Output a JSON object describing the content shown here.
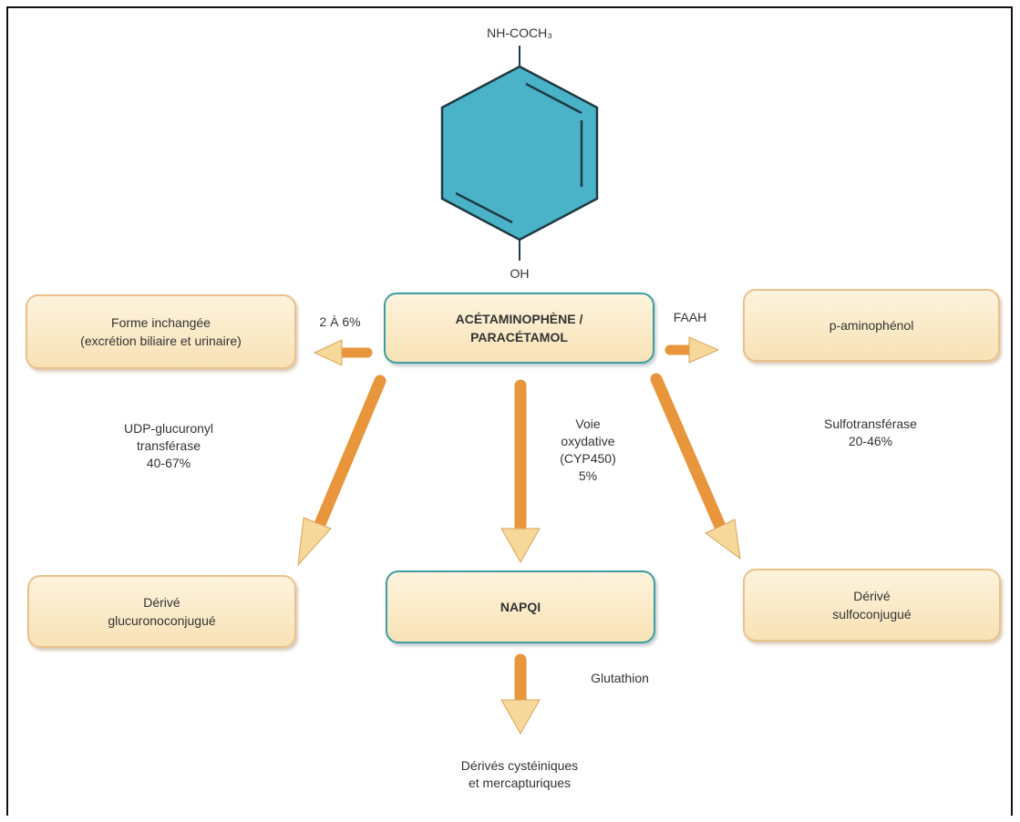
{
  "colors": {
    "ring_fill": "#4ab3c8",
    "ring_stroke": "#1f3a44",
    "arrow_shaft": "#e8953b",
    "arrow_head": "#f5d89a",
    "box_fill": "#f8e2b6",
    "box_border_orange": "#e9c18b",
    "box_border_teal": "#3c9ea3"
  },
  "molecule": {
    "top_group": "NH-COCH₃",
    "bottom_group": "OH"
  },
  "nodes": {
    "center": {
      "line1": "ACÉTAMINOPHÈNE /",
      "line2": "PARACÉTAMOL"
    },
    "unchanged": {
      "line1": "Forme inchangée",
      "line2": "(excrétion biliaire et urinaire)"
    },
    "p_aminophenol": {
      "line1": "p-aminophénol"
    },
    "glucurono": {
      "line1": "Dérivé",
      "line2": "glucuronoconjugué"
    },
    "napqi": {
      "line1": "NAPQI"
    },
    "sulfo": {
      "line1": "Dérivé",
      "line2": "sulfoconjugué"
    },
    "cysteine": {
      "line1": "Dérivés cystéiniques",
      "line2": "et mercapturiques"
    }
  },
  "edge_labels": {
    "to_unchanged": "2 À 6%",
    "to_p_aminophenol": "FAAH",
    "to_glucurono": {
      "line1": "UDP-glucuronyl",
      "line2": "transférase",
      "line3": "40-67%"
    },
    "to_napqi": {
      "line1": "Voie",
      "line2": "oxydative",
      "line3": "(CYP450)",
      "line4": "5%"
    },
    "to_sulfo": {
      "line1": "Sulfotransférase",
      "line2": "20-46%"
    },
    "to_cysteine": "Glutathion"
  }
}
